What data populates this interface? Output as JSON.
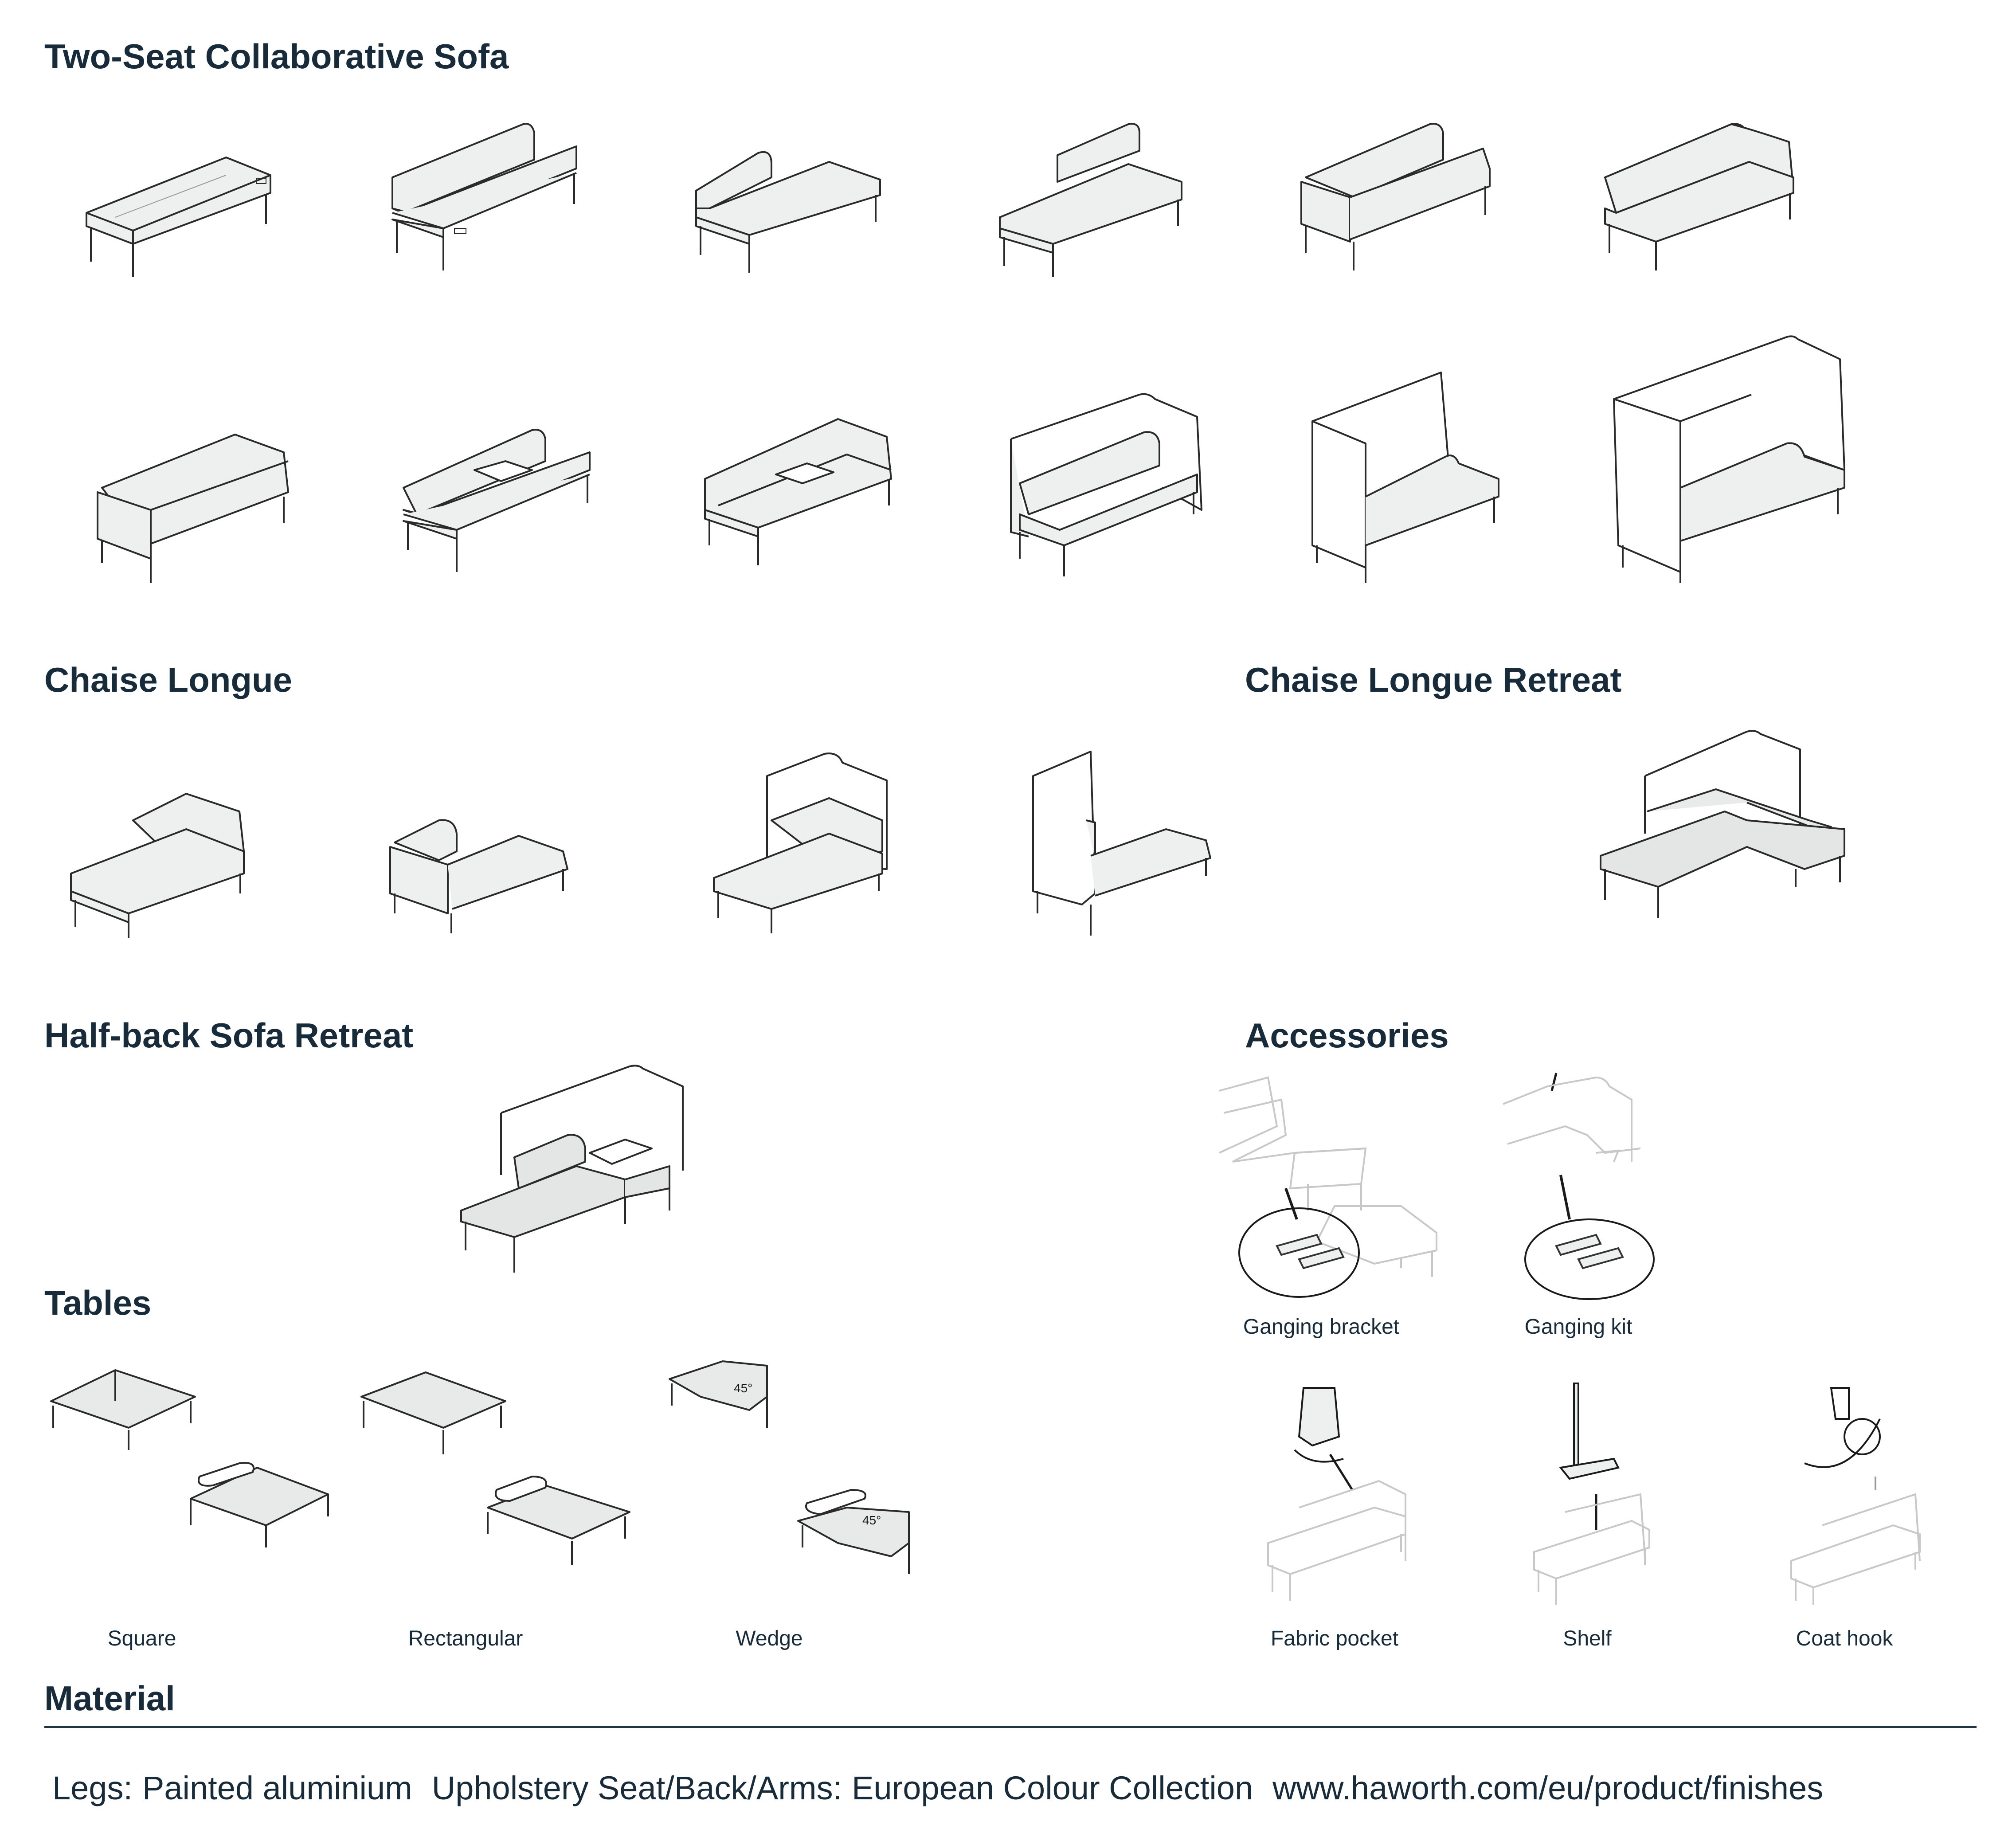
{
  "sections": {
    "two_seat": {
      "title": "Two-Seat Collaborative Sofa"
    },
    "chaise": {
      "title": "Chaise Longue"
    },
    "chaise_retreat": {
      "title": "Chaise Longue Retreat"
    },
    "half_back": {
      "title": "Half-back Sofa Retreat"
    },
    "accessories": {
      "title": "Accessories",
      "items": [
        {
          "label": "Ganging bracket"
        },
        {
          "label": "Ganging kit"
        },
        {
          "label": "Fabric pocket"
        },
        {
          "label": "Shelf"
        },
        {
          "label": "Coat hook"
        }
      ]
    },
    "tables": {
      "title": "Tables",
      "items": [
        {
          "label": "Square"
        },
        {
          "label": "Rectangular"
        },
        {
          "label": "Wedge",
          "angle": "45°"
        }
      ]
    }
  },
  "material": {
    "title": "Material",
    "legs_label": "Legs:",
    "legs_value": "Painted aluminium",
    "upholstery_label": "Upholstery Seat/Back/Arms:",
    "upholstery_value": "European Colour Collection",
    "url": "www.haworth.com/eu/product/finishes"
  },
  "colors": {
    "text": "#172b3a",
    "line": "#2a2a2a",
    "fill": "#eef0ef",
    "faint": "#c8c8c8"
  }
}
